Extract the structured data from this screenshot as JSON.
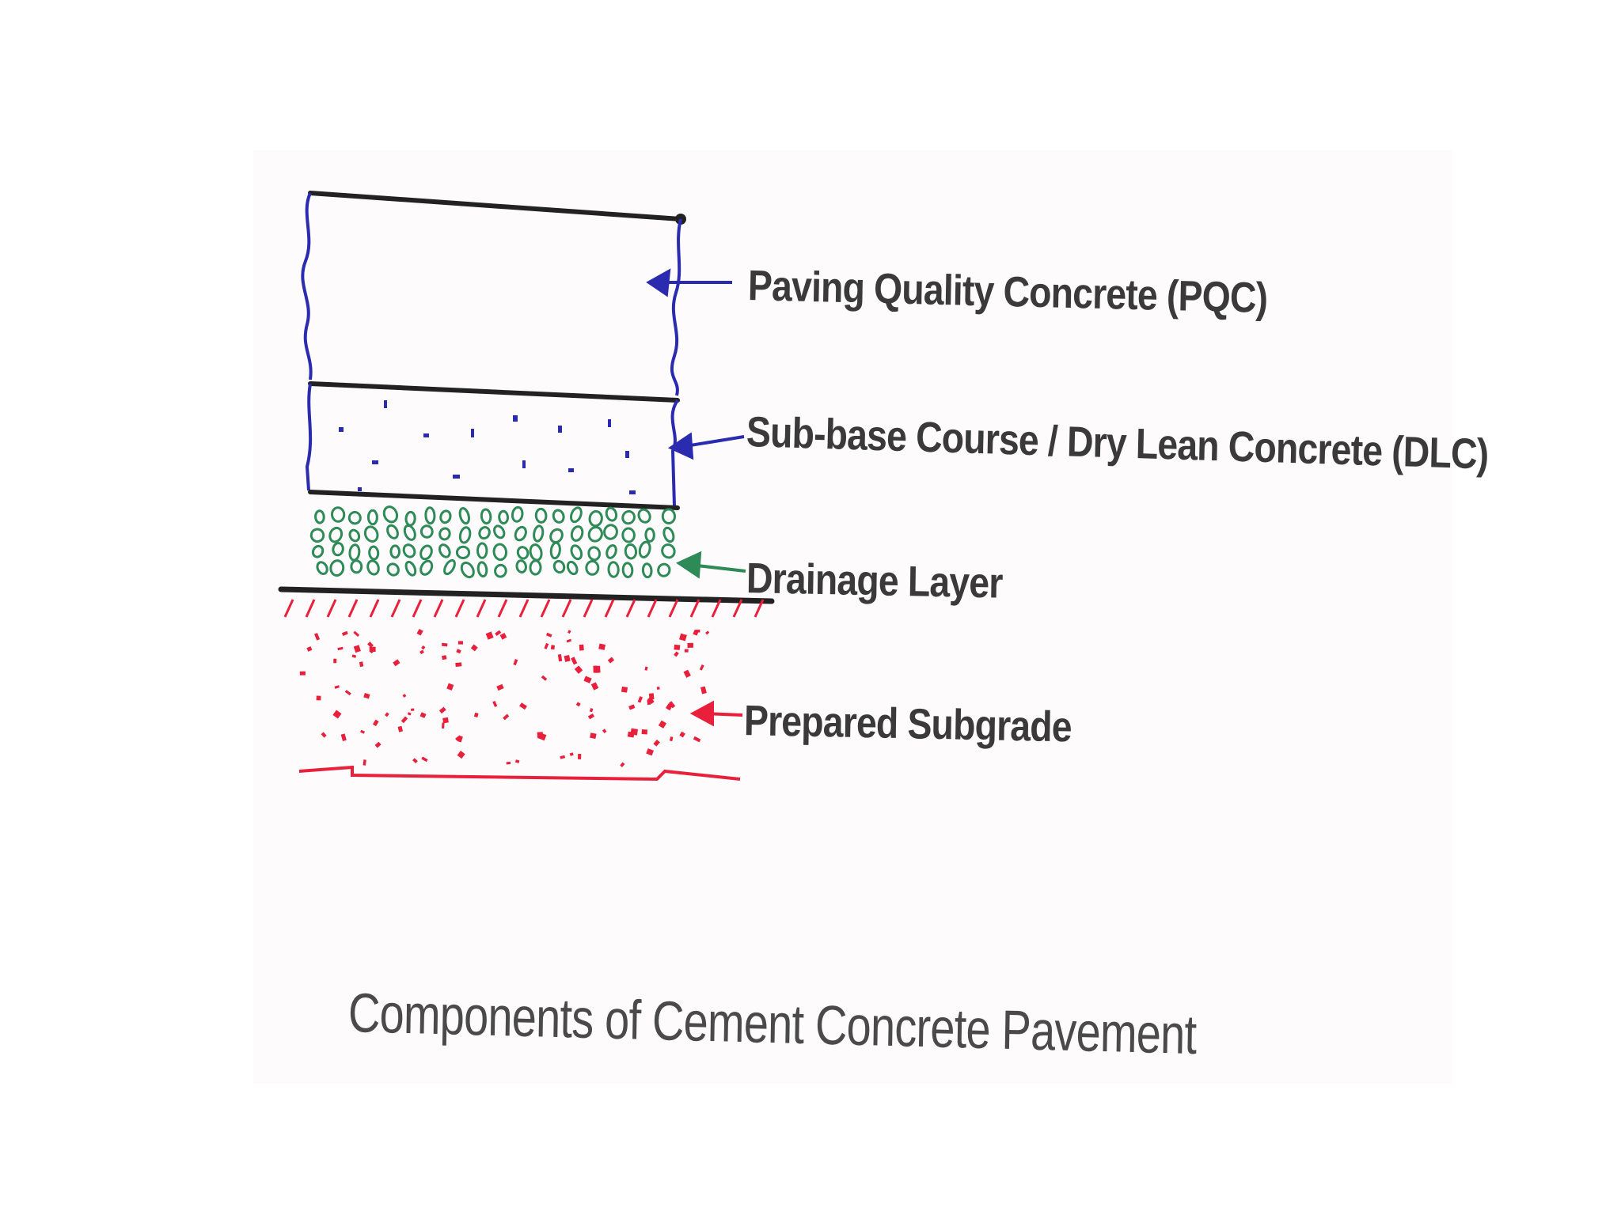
{
  "diagram": {
    "layers": [
      {
        "id": "pqc",
        "label": "Paving Quality Concrete (PQC)",
        "color": "#2b2bb0"
      },
      {
        "id": "dlc",
        "label": "Sub-base Course / Dry Lean Concrete (DLC)",
        "color": "#2b2bb0"
      },
      {
        "id": "drainage",
        "label": "Drainage Layer",
        "color": "#2e8b57"
      },
      {
        "id": "subgrade",
        "label": "Prepared Subgrade",
        "color": "#e8203c"
      }
    ],
    "caption": "Components of Cement Concrete Pavement",
    "colors": {
      "outline": "#222222",
      "pqc_edge": "#2b2bb0",
      "aggregate": "#2e8b57",
      "soil": "#e8203c",
      "text": "#3a3a3a"
    }
  }
}
